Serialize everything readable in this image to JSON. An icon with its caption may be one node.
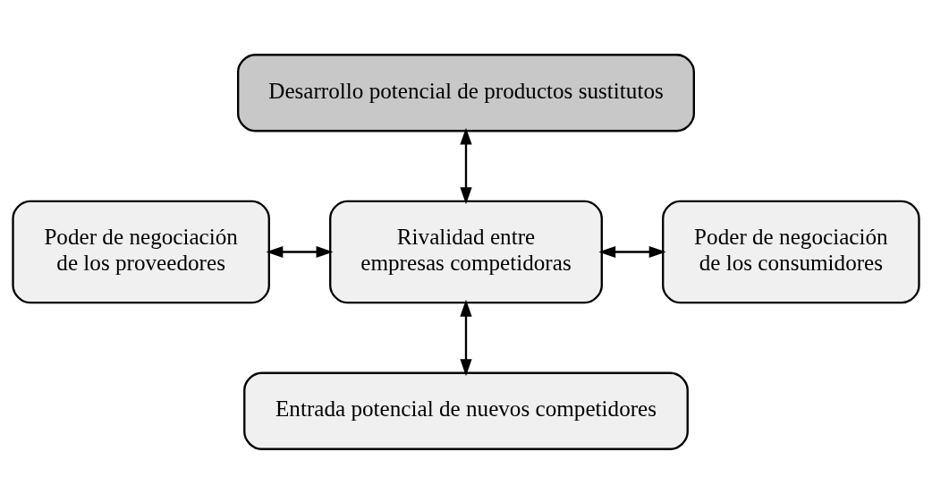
{
  "diagram": {
    "nodes": [
      {
        "text": [
          "Desarrollo potencial de productos sustitutos"
        ]
      },
      {
        "text": [
          "Poder de negociación de los proveedores"
        ]
      },
      {
        "text": [
          "Rivalidad entre empresas competidoras"
        ]
      },
      {
        "text": [
          "Poder de negociación de los consumidores"
        ]
      },
      {
        "text": [
          "Entrada potencial de nuevos competidores"
        ]
      }
    ],
    "edges": [
      {
        "from": 0,
        "to": 2,
        "arrow": "both"
      },
      {
        "from": 1,
        "to": 2,
        "arrow": "both"
      },
      {
        "from": 2,
        "to": 3,
        "arrow": "both"
      },
      {
        "from": 2,
        "to": 4,
        "arrow": "both"
      }
    ]
  }
}
